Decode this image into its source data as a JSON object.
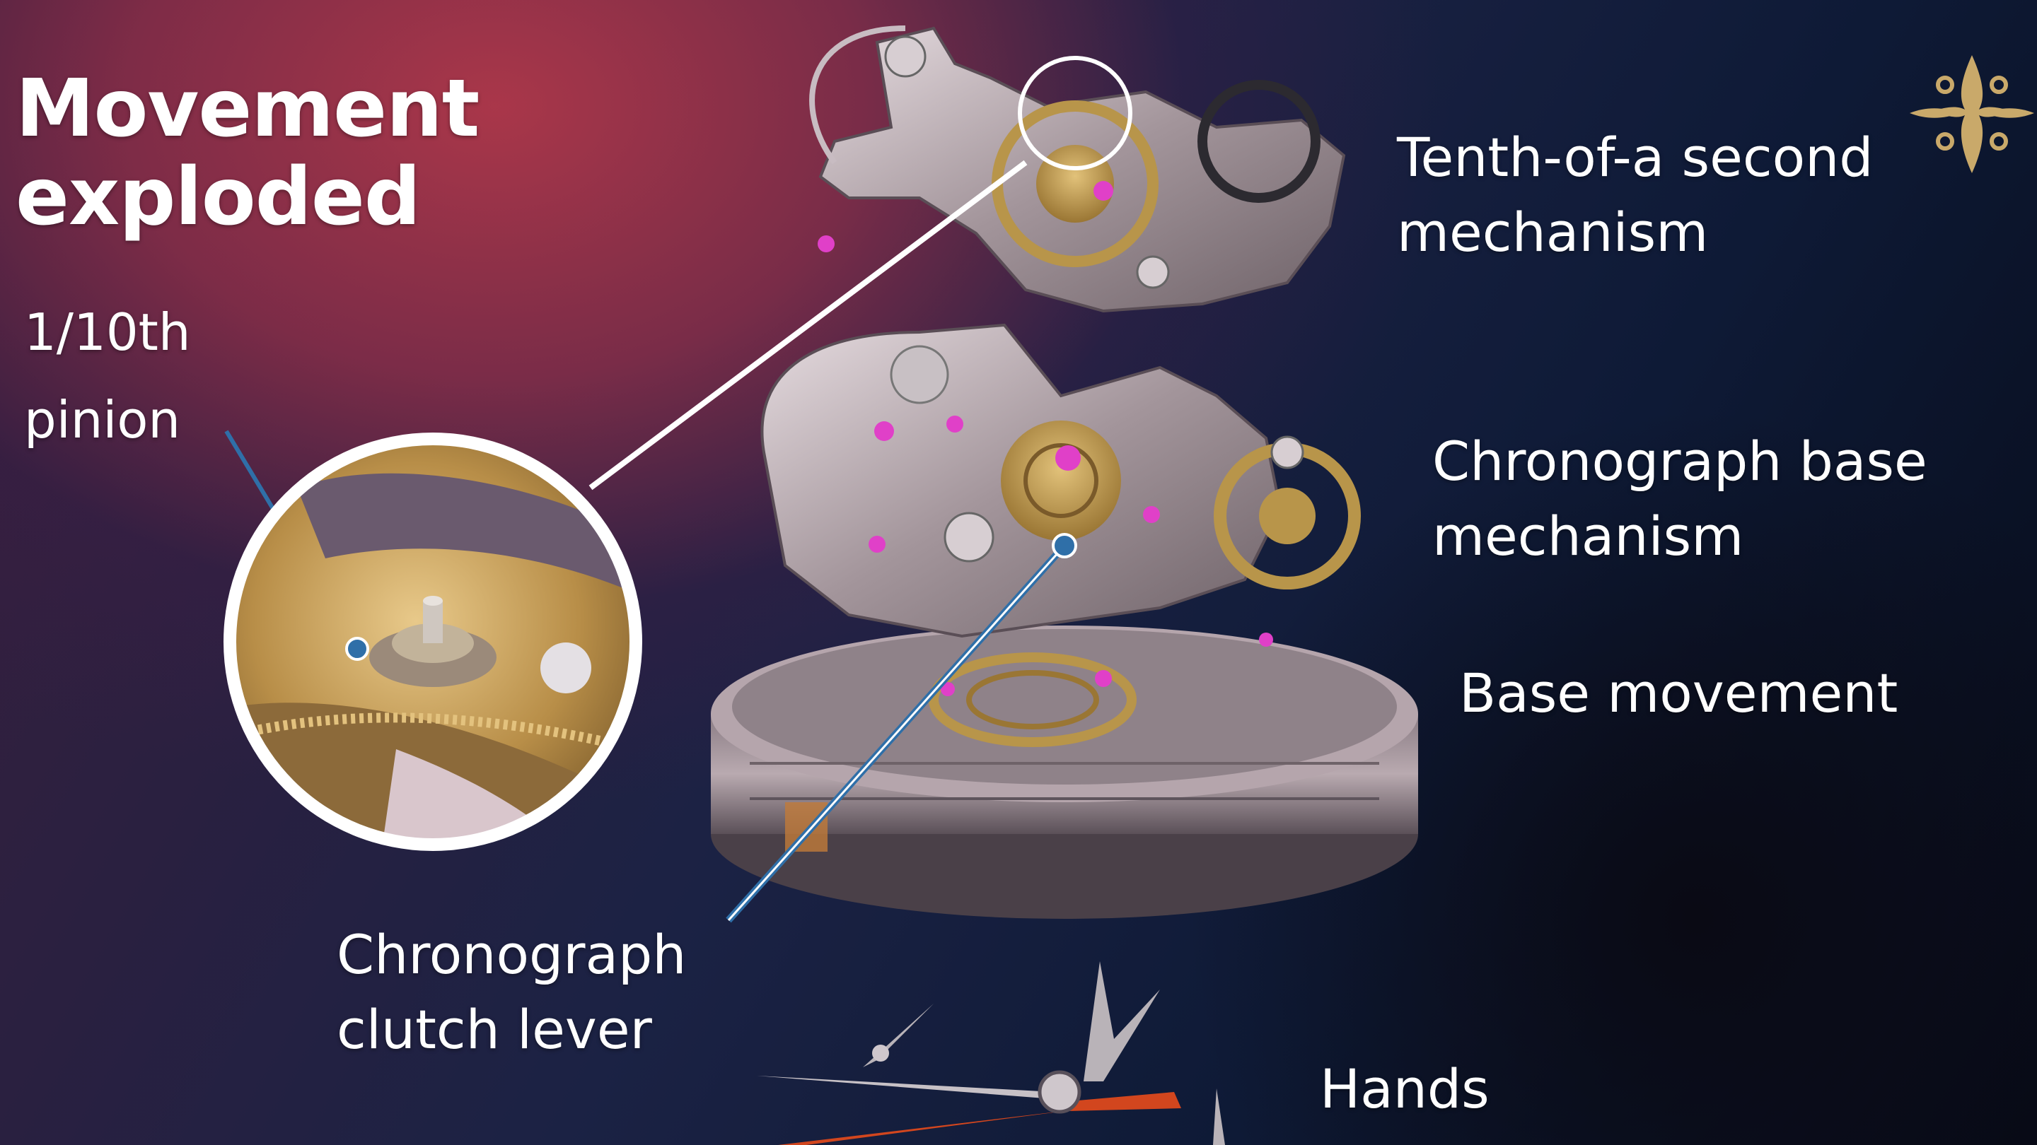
{
  "slide": {
    "title_lines": [
      "Movement",
      "exploded"
    ],
    "labels": {
      "pinion": [
        "1/10th",
        "pinion"
      ],
      "tenth_second": [
        "Tenth-of-a second",
        "mechanism"
      ],
      "chrono_base": [
        "Chronograph base",
        "mechanism"
      ],
      "base_movement": [
        "Base movement"
      ],
      "clutch_lever": [
        "Chronograph",
        "clutch lever"
      ],
      "hands": [
        "Hands"
      ]
    },
    "logo": "calatrava-cross-logo"
  },
  "colors": {
    "text": "#ffffff",
    "brass": "#b8954a",
    "steel": "#a89aa0",
    "ruby": "#e040c8",
    "leader_line": "#ffffff",
    "accent_blue": "#2f6fa8",
    "logo": "#c9a96a"
  }
}
